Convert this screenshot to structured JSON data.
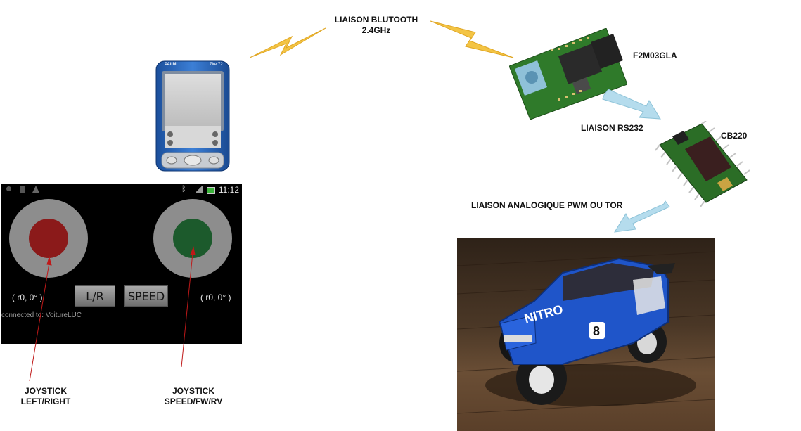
{
  "labels": {
    "bluetooth_line1": "LIAISON BLUTOOTH",
    "bluetooth_line2": "2.4GHz",
    "module_f2m": "F2M03GLA",
    "rs232": "LIAISON RS232",
    "cb220": "CB220",
    "pwm": "LIAISON ANALOGIQUE PWM OU TOR",
    "joystick_left_line1": "JOYSTICK",
    "joystick_left_line2": "LEFT/RIGHT",
    "joystick_speed_line1": "JOYSTICK",
    "joystick_speed_line2": "SPEED/FW/RV"
  },
  "android_app": {
    "status_time": "11:12",
    "left_readout": "( r0, 0° )",
    "right_readout": "( r0, 0° )",
    "lr_button": "L/R",
    "speed_button": "SPEED",
    "connection_status": "connected to: VoitureLUC",
    "left_knob_color": "#8b1a1a",
    "right_knob_color": "#1c5a2c"
  },
  "pda": {
    "brand": "PALM",
    "model": "Zire 72"
  },
  "car": {
    "body_text": "NITRO",
    "number": "8"
  },
  "colors": {
    "lightning": "#f0c040",
    "arrow": "#a9d6e8",
    "pointer": "#c01818",
    "pcb_green": "#2f7a2a"
  }
}
